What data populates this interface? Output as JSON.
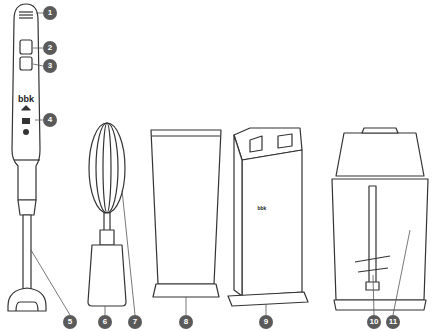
{
  "diagram": {
    "labels": [
      "1",
      "2",
      "3",
      "4",
      "5",
      "6",
      "7",
      "8",
      "9",
      "10",
      "11",
      "bbk",
      "bbk"
    ]
  }
}
